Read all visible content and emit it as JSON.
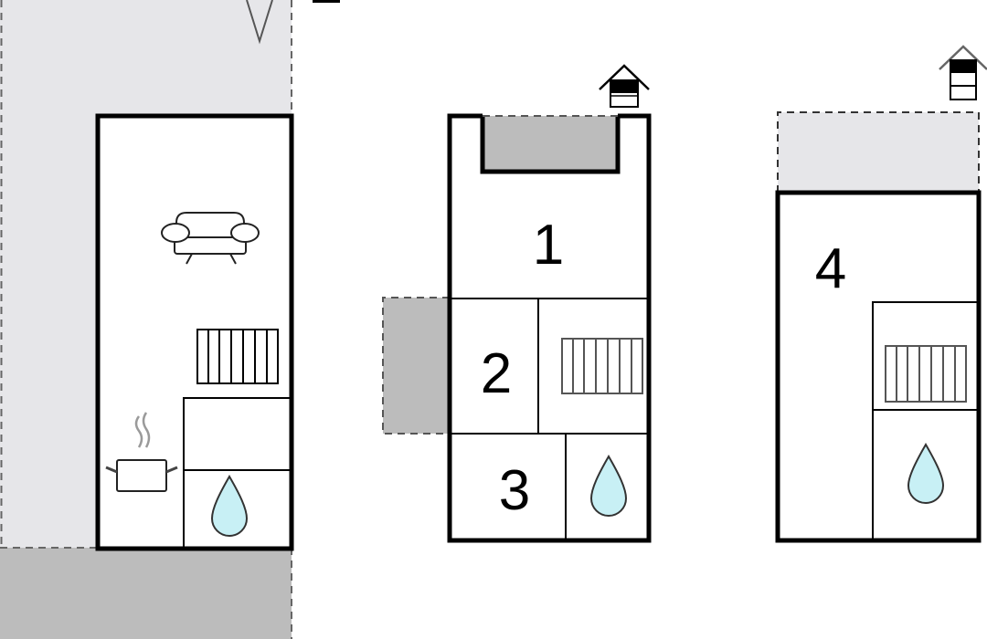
{
  "floor_plan": {
    "rooms": [
      {
        "number": "1"
      },
      {
        "number": "2"
      },
      {
        "number": "3"
      },
      {
        "number": "4"
      }
    ],
    "icons": {
      "sofa": "sofa-icon",
      "bed": "bed-icon",
      "pot": "cooking-pot-icon",
      "water": "water-drop-icon",
      "stairs": "stairs-icon",
      "compass": "north-arrow-icon",
      "floor_marker": "floor-level-house-icon"
    },
    "colors": {
      "wall": "#000000",
      "outdoor_light": "#e6e6e9",
      "outdoor_dark": "#bcbcbc",
      "water": "#c8f0f5",
      "icon_stroke": "#333333"
    }
  }
}
